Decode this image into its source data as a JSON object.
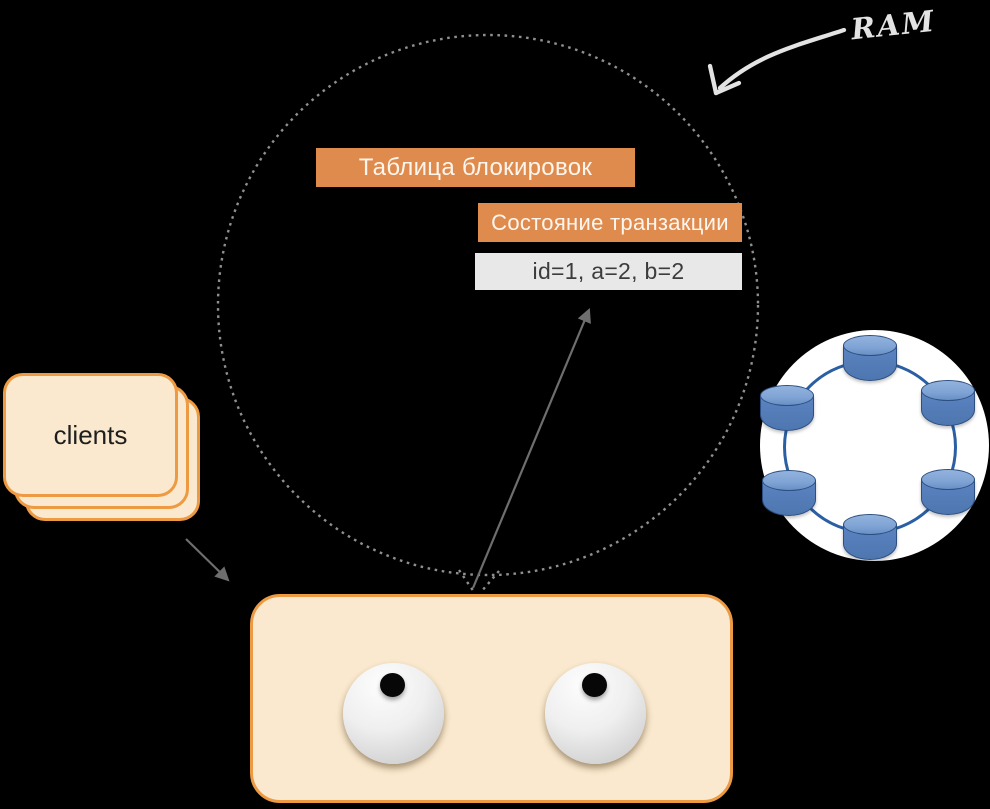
{
  "labels": {
    "ram": "RAM",
    "lock_table": "Таблица блокировок",
    "transaction_state": "Состояние транзакции",
    "transaction_record": "id=1, a=2, b=2",
    "clients": "clients"
  },
  "cluster": {
    "node_count": 6,
    "node_icon": "database-cylinder-icon"
  },
  "icons": {
    "bubble": "dashed-thought-bubble",
    "ram_arrow": "hand-drawn-arrow-icon",
    "clients_arrow": "gray-arrow-icon",
    "state_arrow": "gray-arrow-icon",
    "eyes": "eye-icon"
  },
  "colors": {
    "background": "#000000",
    "accent_orange": "#E08B4E",
    "card_fill": "#FAE9CE",
    "card_border": "#EE9A42",
    "gray_box_bg": "#E8E8E8",
    "gray_box_text": "#3C3C3C",
    "bubble_dash": "#8F8F8F",
    "arrow_gray": "#6E6E6E",
    "ram_gray": "#E3E3E3",
    "db_body": "#5B84C2",
    "db_top": "#7FA3D4",
    "db_outline": "#2C4E80",
    "ring_blue": "#2B5FA4"
  }
}
